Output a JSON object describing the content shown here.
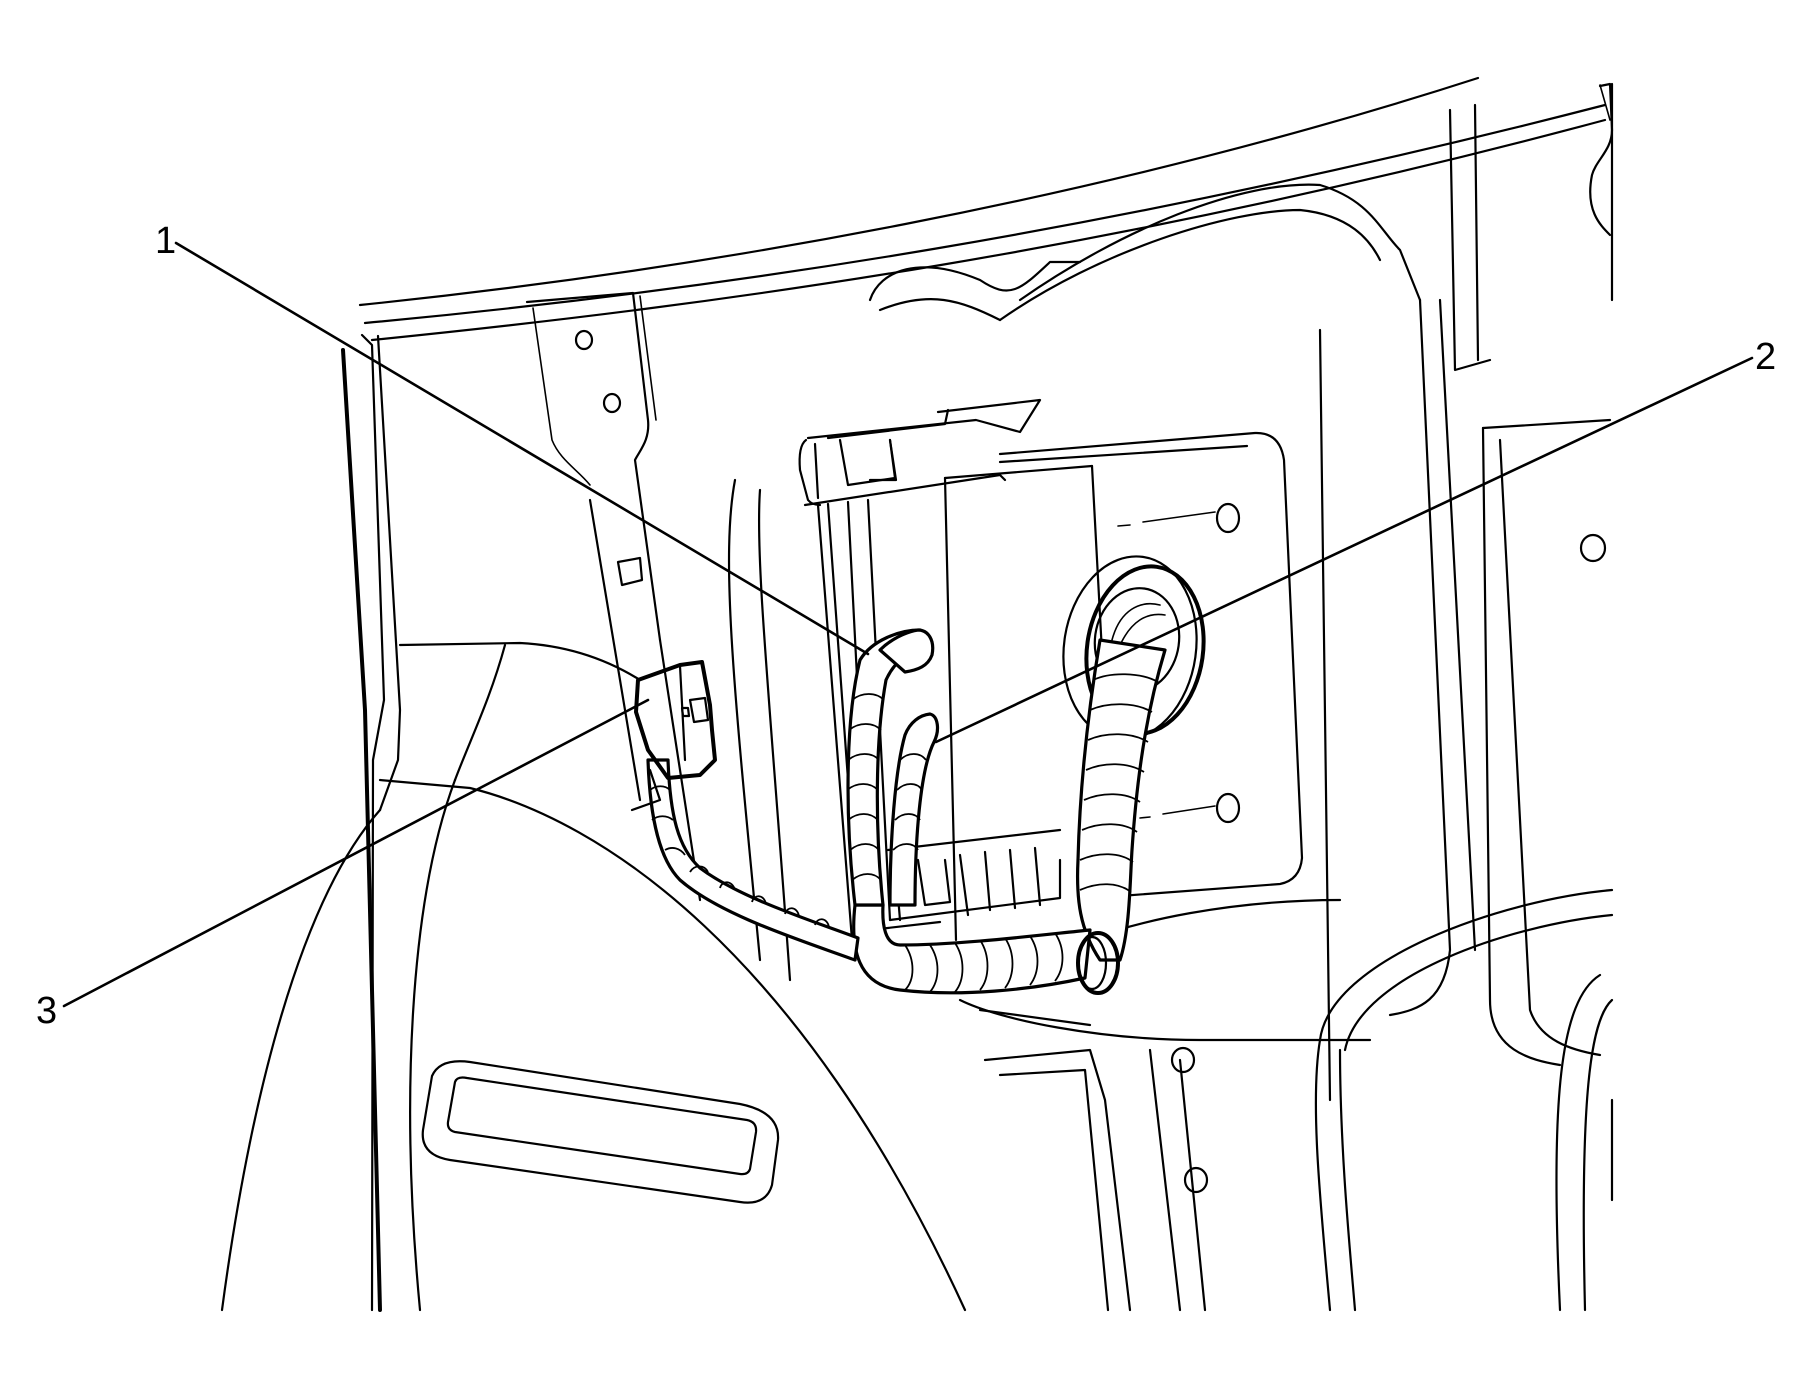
{
  "diagram": {
    "type": "technical-line-drawing",
    "subject": "Wiring harness routed through body panel grommet with connector on bracket",
    "callouts": [
      {
        "id": "1",
        "label": "1",
        "points_to": "harness branch (upper, bent end)"
      },
      {
        "id": "2",
        "label": "2",
        "points_to": "harness branch (lower, short end)"
      },
      {
        "id": "3",
        "label": "3",
        "points_to": "electrical connector on bracket"
      }
    ],
    "colors": {
      "line": "#000000",
      "background": "#ffffff"
    }
  }
}
